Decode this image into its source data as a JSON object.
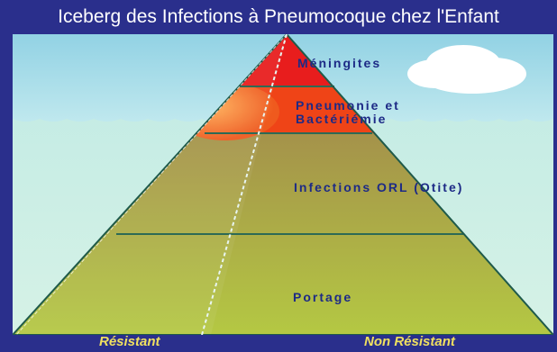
{
  "title": "Iceberg des Infections à Pneumocoque chez l'Enfant",
  "layers": [
    {
      "id": "meningites",
      "label": "Méningites",
      "color": "#e81d1d"
    },
    {
      "id": "pneumonie",
      "label_line1": "Pneumonie et",
      "label_line2": "Bactériémie",
      "color": "#ef4417"
    },
    {
      "id": "orl",
      "label": "Infections ORL (Otite)",
      "color": "#a89a42"
    },
    {
      "id": "portage",
      "label": "Portage",
      "color": "#b3c440"
    }
  ],
  "footer": {
    "left_label": "Résistant",
    "right_label": "Non Résistant"
  },
  "colors": {
    "frame": "#2a2f8c",
    "sky": "#a8dcea",
    "sea": "#bfeae4",
    "line": "#2d6a55",
    "text": "#1d2a86"
  }
}
